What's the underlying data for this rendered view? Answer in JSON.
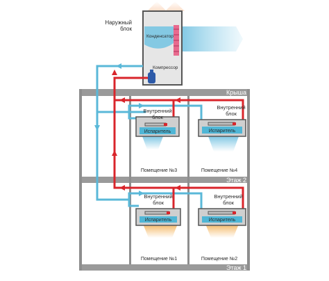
{
  "outdoor_unit": {
    "title_line1": "Наружный",
    "title_line2": "блок",
    "condenser": "Конденсатор",
    "compressor": "Компрессор"
  },
  "floors": {
    "roof": "Крыша",
    "floor2": "Этаж 2",
    "floor1": "Этаж 1"
  },
  "indoor_units": [
    {
      "line1": "Внутренний",
      "line2": "блок",
      "evaporator": "Испаритель",
      "room": "Помещение №3"
    },
    {
      "line1": "Внутренний",
      "line2": "блок",
      "evaporator": "Испаритель",
      "room": "Помещение №4"
    },
    {
      "line1": "Внутренний",
      "line2": "блок",
      "evaporator": "Испаритель",
      "room": "Помещение №1"
    },
    {
      "line1": "Внутренний",
      "line2": "блок",
      "evaporator": "Испаритель",
      "room": "Помещение №2"
    }
  ],
  "colors": {
    "hot_line": "#d9252b",
    "cold_line": "#5ab8d8",
    "building_frame": "#8e8e8e",
    "floor_band": "#9a9a9a",
    "evaporator": "#4fb6d6",
    "condenser_coil": "#e86a8e",
    "compressor": "#2d5aa8",
    "outdoor_unit_bg": "#e6e6e6"
  }
}
